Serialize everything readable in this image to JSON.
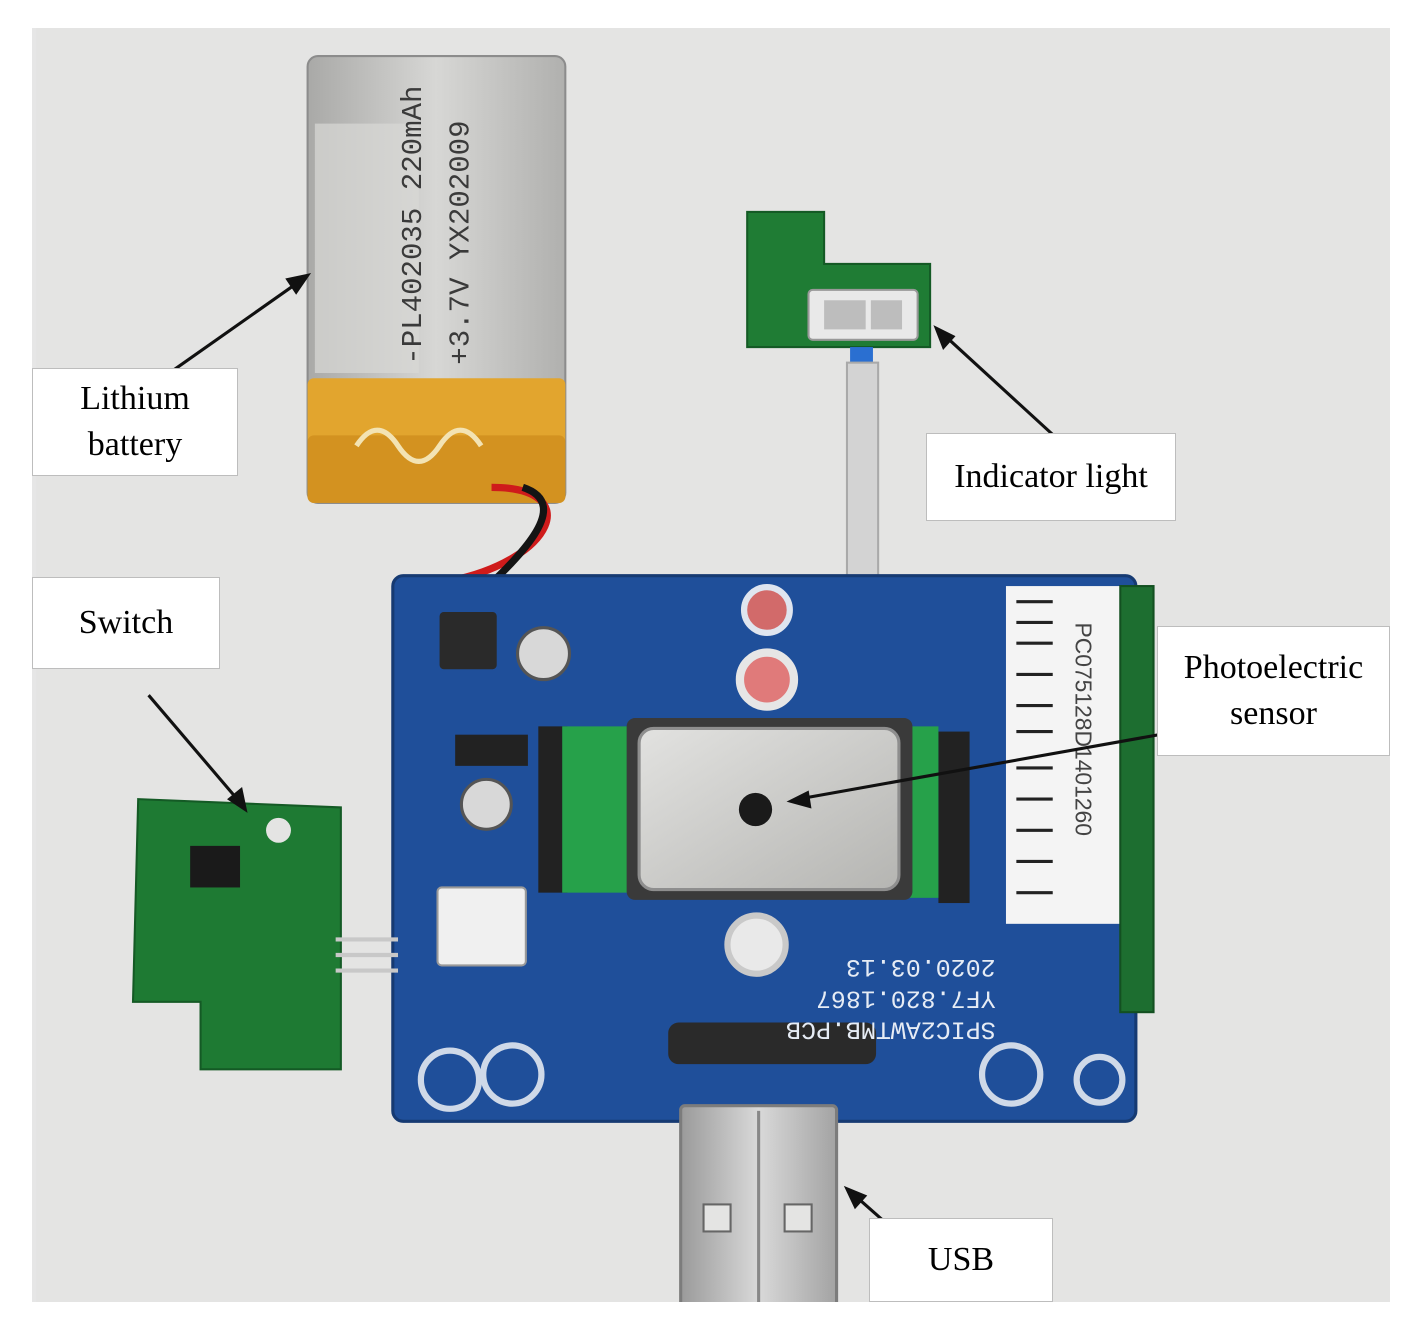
{
  "labels": {
    "lithium_battery": [
      "Lithium",
      "battery"
    ],
    "switch": "Switch",
    "indicator_light": "Indicator light",
    "photoelectric_sensor": [
      "Photoelectric",
      "sensor"
    ],
    "usb": "USB"
  },
  "battery_print": {
    "line1": "-PL402035 220mAh",
    "line2": "+3.7V YX202009"
  },
  "barcode_text": "PC075128D1401260",
  "pcb_print": {
    "date": "2020.03.13",
    "part": "YF7.820.1867",
    "board": "SPIC2AWTMB.PCB"
  },
  "colors": {
    "background": "#e6e6e6",
    "pcb_blue": "#1f4f9a",
    "pcb_green": "#1e7a33",
    "battery_silver": "#c8c8c6",
    "battery_tape": "#e0a32a",
    "wire_red": "#d11a1a",
    "wire_black": "#151515"
  }
}
